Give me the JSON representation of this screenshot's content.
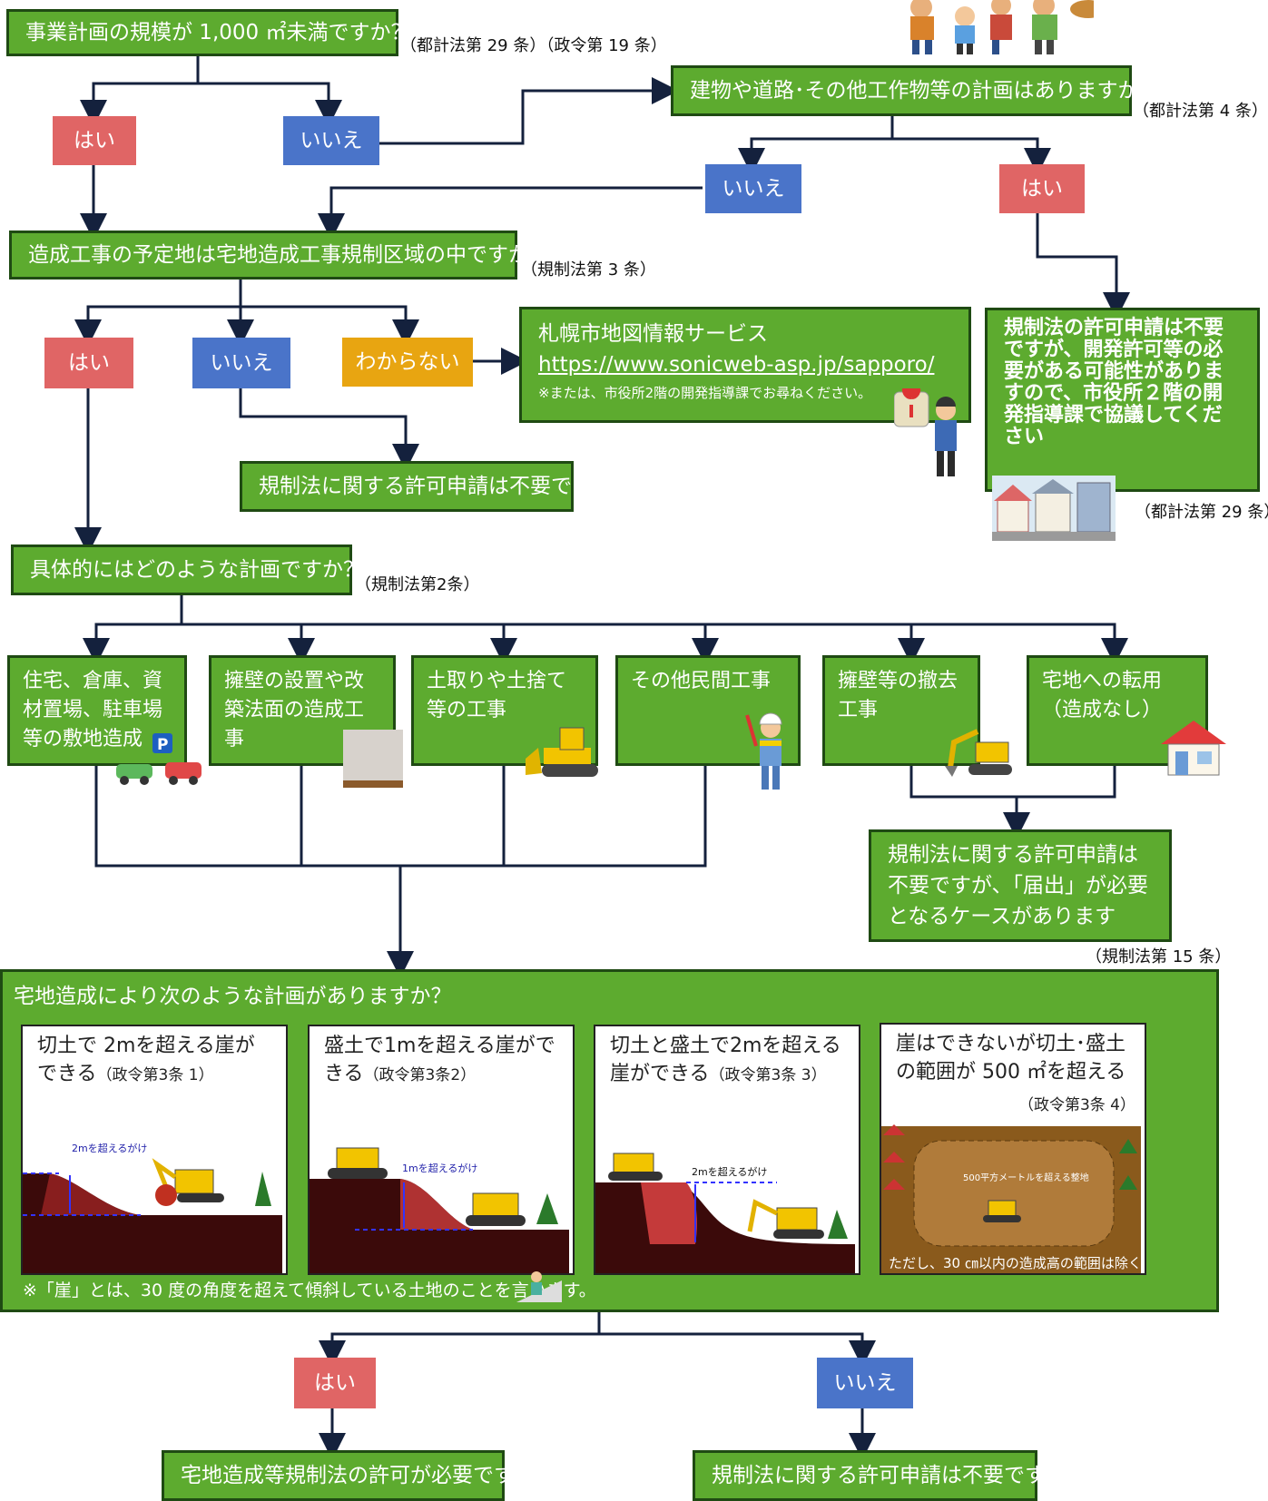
{
  "colors": {
    "green_box": "#5dab2f",
    "green_border": "#1f4a13",
    "yes": "#e06565",
    "no": "#4a74c9",
    "unknown": "#e8a511",
    "line": "#14213d"
  },
  "q1": {
    "text": "事業計画の規模が 1,000 ㎡未満ですか？",
    "ref": "（都計法第 29 条）（政令第 19 条）",
    "yes": "はい",
    "no": "いいえ"
  },
  "q2": {
    "text": "建物や道路･その他工作物等の計画はありますか？",
    "ref": "（都計法第 4 条）",
    "no": "いいえ",
    "yes": "はい"
  },
  "q3": {
    "text": "造成工事の予定地は宅地造成工事規制区域の中ですか？",
    "ref": "（規制法第 3 条）",
    "yes": "はい",
    "no": "いいえ",
    "unknown": "わからない"
  },
  "map_service": {
    "title": "札幌市地図情報サービス",
    "url": "https://www.sonicweb-asp.jp/sapporo/",
    "note": "※または、市役所2階の開発指導課でお尋ねください。"
  },
  "dev_permit": {
    "text": "規制法の許可申請は不要ですが、開発許可等の必要がある可能性がありますので、市役所２階の開発指導課で協議してください",
    "ref": "（都計法第 29 条）"
  },
  "no_permit_1": "規制法に関する許可申請は不要です",
  "q4": {
    "text": "具体的にはどのような計画ですか？",
    "ref": "（規制法第2条）"
  },
  "categories": [
    "住宅、倉庫、資材置場、駐車場等の敷地造成",
    "擁壁の設置や改築法面の造成工事",
    "土取りや土捨て等の工事",
    "その他民間工事",
    "擁壁等の撤去工事",
    "宅地への転用（造成なし）"
  ],
  "notice": {
    "text": "規制法に関する許可申請は不要ですが、「届出」が必要となるケースがあります",
    "ref": "（規制法第 15 条）"
  },
  "q5": {
    "text": "宅地造成により次のような計画がありますか？",
    "cases": [
      {
        "text": "切土で 2mを超える崖ができる",
        "ref": "（政令第3条 1）",
        "figure_label": "2mを超えるがけ"
      },
      {
        "text": "盛土で1mを超える崖ができる",
        "ref": "（政令第3条2）",
        "figure_label": "1mを超えるがけ"
      },
      {
        "text": "切土と盛土で2mを超える崖ができる",
        "ref": "（政令第3条 3）",
        "figure_label": "2mを超えるがけ"
      },
      {
        "text": "崖はできないが切土･盛土の範囲が 500 ㎡を超える",
        "ref": "（政令第3条 4）",
        "figure_label": "500平方メートルを超える整地",
        "footnote": "ただし、30 ㎝以内の造成高の範囲は除く"
      }
    ],
    "note": "※「崖」とは、30 度の角度を超えて傾斜している土地のことを言います。",
    "yes": "はい",
    "no": "いいえ"
  },
  "result_permit": "宅地造成等規制法の許可が必要です",
  "result_no_permit": "規制法に関する許可申請は不要です"
}
